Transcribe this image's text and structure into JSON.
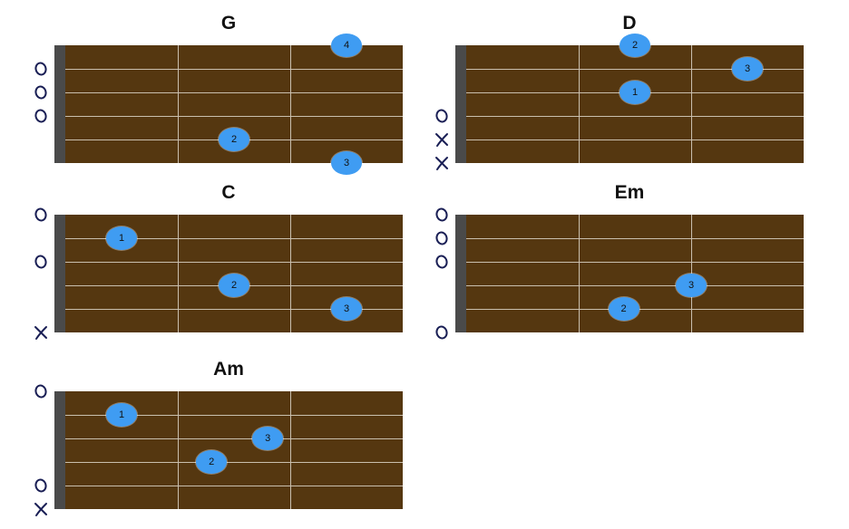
{
  "chords": [
    {
      "name": "G",
      "fingers": [
        {
          "label": "4",
          "string": 1,
          "fret": 3
        },
        {
          "label": "2",
          "string": 5,
          "fret": 2
        },
        {
          "label": "3",
          "string": 6,
          "fret": 3
        }
      ],
      "marks": [
        {
          "string": 2,
          "symbol": "O"
        },
        {
          "string": 3,
          "symbol": "O"
        },
        {
          "string": 4,
          "symbol": "O"
        }
      ]
    },
    {
      "name": "D",
      "fingers": [
        {
          "label": "2",
          "string": 1,
          "fret": 2
        },
        {
          "label": "3",
          "string": 2,
          "fret": 3
        },
        {
          "label": "1",
          "string": 3,
          "fret": 2
        }
      ],
      "marks": [
        {
          "string": 4,
          "symbol": "O"
        },
        {
          "string": 5,
          "symbol": "X"
        },
        {
          "string": 6,
          "symbol": "X"
        }
      ]
    },
    {
      "name": "C",
      "fingers": [
        {
          "label": "1",
          "string": 2,
          "fret": 1
        },
        {
          "label": "2",
          "string": 4,
          "fret": 2
        },
        {
          "label": "3",
          "string": 5,
          "fret": 3
        }
      ],
      "marks": [
        {
          "string": 1,
          "symbol": "O"
        },
        {
          "string": 3,
          "symbol": "O"
        },
        {
          "string": 6,
          "symbol": "X"
        }
      ]
    },
    {
      "name": "Em",
      "fingers": [
        {
          "label": "3",
          "string": 4,
          "fret": 2.5
        },
        {
          "label": "2",
          "string": 5,
          "fret": 1.9
        }
      ],
      "marks": [
        {
          "string": 1,
          "symbol": "O"
        },
        {
          "string": 2,
          "symbol": "O"
        },
        {
          "string": 3,
          "symbol": "O"
        },
        {
          "string": 6,
          "symbol": "O"
        }
      ]
    },
    {
      "name": "Am",
      "fingers": [
        {
          "label": "1",
          "string": 2,
          "fret": 1
        },
        {
          "label": "3",
          "string": 3,
          "fret": 2.3
        },
        {
          "label": "2",
          "string": 4,
          "fret": 1.8
        }
      ],
      "marks": [
        {
          "string": 1,
          "symbol": "O"
        },
        {
          "string": 5,
          "symbol": "O"
        },
        {
          "string": 6,
          "symbol": "X"
        }
      ]
    }
  ],
  "colors": {
    "fretboard": "#553710",
    "nut": "#4a4a4a",
    "finger": "#3f9cf2",
    "lines": "#c9bfae",
    "marks": "#1a1f55"
  }
}
